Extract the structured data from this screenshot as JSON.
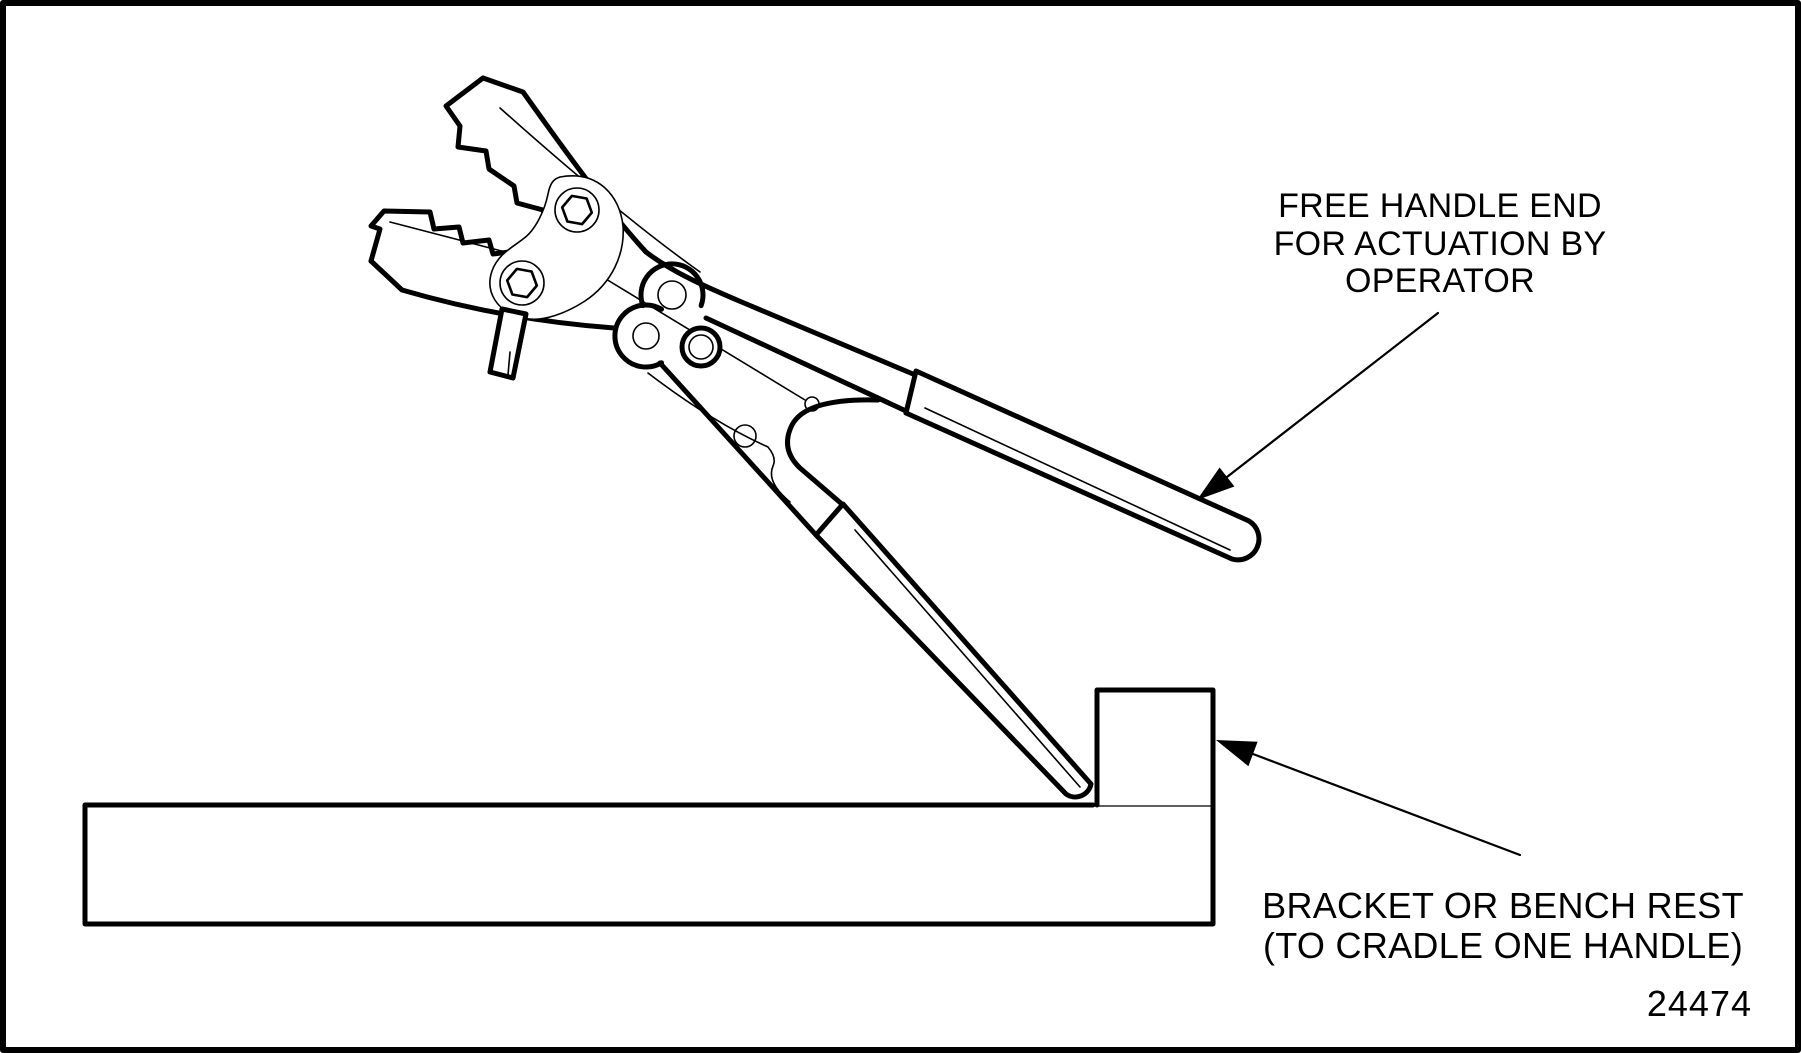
{
  "colors": {
    "background": "#ffffff",
    "line": "#000000"
  },
  "callouts": {
    "free_handle": {
      "lines": [
        "FREE HANDLE END",
        "FOR ACTUATION BY",
        "OPERATOR"
      ]
    },
    "bracket": {
      "lines": [
        "BRACKET OR BENCH REST",
        "(TO CRADLE ONE HANDLE)"
      ]
    }
  },
  "figure_number": "24474"
}
